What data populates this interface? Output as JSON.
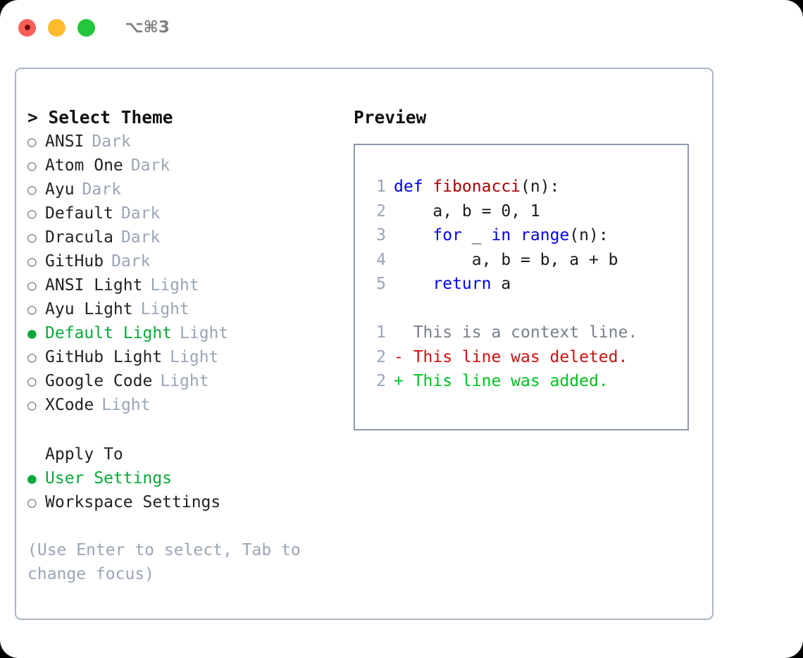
{
  "window": {
    "traffic_lights": [
      {
        "name": "close",
        "color": "#fb5f5a"
      },
      {
        "name": "minimize",
        "color": "#fdbc2e"
      },
      {
        "name": "maximize",
        "color": "#24c63c"
      }
    ],
    "shortcut": "⌥⌘3"
  },
  "theme_panel": {
    "heading": "> Select Theme",
    "selected_color": "#0ba83a",
    "tag_color": "#9aa5b5",
    "options": [
      {
        "marker": "○",
        "label": "ANSI",
        "tag": "Dark",
        "selected": false
      },
      {
        "marker": "○",
        "label": "Atom One",
        "tag": "Dark",
        "selected": false
      },
      {
        "marker": "○",
        "label": "Ayu",
        "tag": "Dark",
        "selected": false
      },
      {
        "marker": "○",
        "label": "Default",
        "tag": "Dark",
        "selected": false
      },
      {
        "marker": "○",
        "label": "Dracula",
        "tag": "Dark",
        "selected": false
      },
      {
        "marker": "○",
        "label": "GitHub",
        "tag": "Dark",
        "selected": false
      },
      {
        "marker": "○",
        "label": "ANSI Light",
        "tag": "Light",
        "selected": false
      },
      {
        "marker": "○",
        "label": "Ayu Light",
        "tag": "Light",
        "selected": false
      },
      {
        "marker": "●",
        "label": "Default Light",
        "tag": "Light",
        "selected": true
      },
      {
        "marker": "○",
        "label": "GitHub Light",
        "tag": "Light",
        "selected": false
      },
      {
        "marker": "○",
        "label": "Google Code",
        "tag": "Light",
        "selected": false
      },
      {
        "marker": "○",
        "label": "XCode",
        "tag": "Light",
        "selected": false
      }
    ],
    "apply_to": {
      "title": "Apply To",
      "options": [
        {
          "marker": "●",
          "label": "User Settings",
          "selected": true
        },
        {
          "marker": "○",
          "label": "Workspace Settings",
          "selected": false
        }
      ]
    },
    "hint": "(Use Enter to select, Tab to change focus)"
  },
  "preview": {
    "title": "Preview",
    "code_lines": [
      {
        "lineno": "1",
        "tokens": [
          {
            "text": "def ",
            "type": "kw"
          },
          {
            "text": "fibonacci",
            "type": "fn"
          },
          {
            "text": "(n):",
            "type": "plain"
          }
        ]
      },
      {
        "lineno": "2",
        "tokens": [
          {
            "text": "    a, b = 0, 1",
            "type": "plain"
          }
        ]
      },
      {
        "lineno": "3",
        "tokens": [
          {
            "text": "    ",
            "type": "plain"
          },
          {
            "text": "for",
            "type": "kw"
          },
          {
            "text": " _ ",
            "type": "plain"
          },
          {
            "text": "in",
            "type": "kw"
          },
          {
            "text": " ",
            "type": "plain"
          },
          {
            "text": "range",
            "type": "kw"
          },
          {
            "text": "(n):",
            "type": "plain"
          }
        ]
      },
      {
        "lineno": "4",
        "tokens": [
          {
            "text": "        a, b = b, a + b",
            "type": "plain"
          }
        ]
      },
      {
        "lineno": "5",
        "tokens": [
          {
            "text": "    ",
            "type": "plain"
          },
          {
            "text": "return",
            "type": "kw"
          },
          {
            "text": " a",
            "type": "plain"
          }
        ]
      }
    ],
    "diff_lines": [
      {
        "lineno": "1",
        "sign": " ",
        "text": " This is a context line.",
        "kind": "ctx"
      },
      {
        "lineno": "2",
        "sign": "-",
        "text": " This line was deleted.",
        "kind": "del"
      },
      {
        "lineno": "2",
        "sign": "+",
        "text": " This line was added.",
        "kind": "add"
      }
    ]
  }
}
